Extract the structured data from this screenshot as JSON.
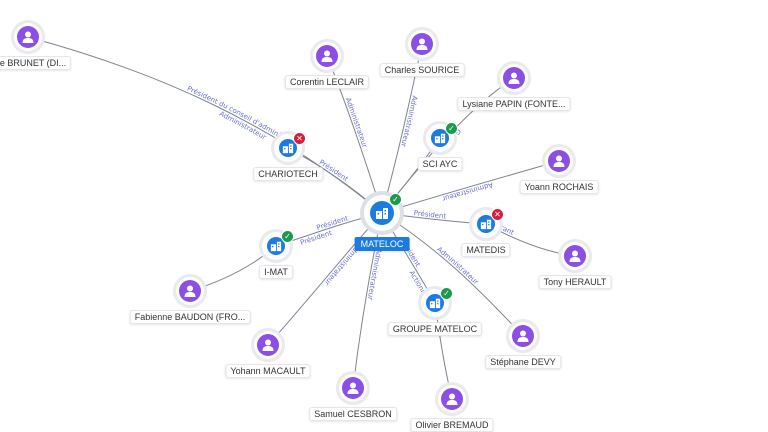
{
  "main": {
    "label": "MATELOC",
    "status": "ok"
  },
  "nodes": [
    {
      "id": "brunet",
      "label": "ique BRUNET (DI...",
      "type": "person"
    },
    {
      "id": "leclair",
      "label": "Corentin LECLAIR",
      "type": "person"
    },
    {
      "id": "sourice",
      "label": "Charles SOURICE",
      "type": "person"
    },
    {
      "id": "papin",
      "label": "Lysiane PAPIN (FONTE...",
      "type": "person"
    },
    {
      "id": "chariotech",
      "label": "CHARIOTECH",
      "type": "company",
      "status": "ko"
    },
    {
      "id": "sciayc",
      "label": "SCI AYC",
      "type": "company",
      "status": "ok"
    },
    {
      "id": "rochais",
      "label": "Yoann ROCHAIS",
      "type": "person"
    },
    {
      "id": "matedis",
      "label": "MATEDIS",
      "type": "company",
      "status": "ko"
    },
    {
      "id": "imat",
      "label": "I-MAT",
      "type": "company",
      "status": "ok"
    },
    {
      "id": "herault",
      "label": "Tony HERAULT",
      "type": "person"
    },
    {
      "id": "baudon",
      "label": "Fabienne BAUDON (FRO...",
      "type": "person"
    },
    {
      "id": "groupe",
      "label": "GROUPE MATELOC",
      "type": "company",
      "status": "ok"
    },
    {
      "id": "devy",
      "label": "Stéphane DEVY",
      "type": "person"
    },
    {
      "id": "macault",
      "label": "Yohann MACAULT",
      "type": "person"
    },
    {
      "id": "cesbron",
      "label": "Samuel CESBRON",
      "type": "person"
    },
    {
      "id": "bremaud",
      "label": "Olivier BREMAUD",
      "type": "person"
    }
  ],
  "edge_labels": {
    "brunet_1": "Président du conseil d'administration",
    "brunet_2": "Administrateur",
    "leclair": "Administrateur",
    "sourice": "Administrateur",
    "papin": "Gérant",
    "chariotech": "Président",
    "rochais": "Administrateur",
    "matedis": "Président",
    "matedis_2": "Gérant",
    "imat_1": "Président",
    "imat_2": "Président",
    "groupe": "Président",
    "groupe_2": "Actionnaire",
    "devy": "Administrateur",
    "macault": "Administrateur",
    "cesbron": "Administrateur"
  },
  "colors": {
    "person": "#8b4fe6",
    "company": "#1c7be0",
    "ok": "#1a9b4b",
    "ko": "#d41f3f"
  }
}
